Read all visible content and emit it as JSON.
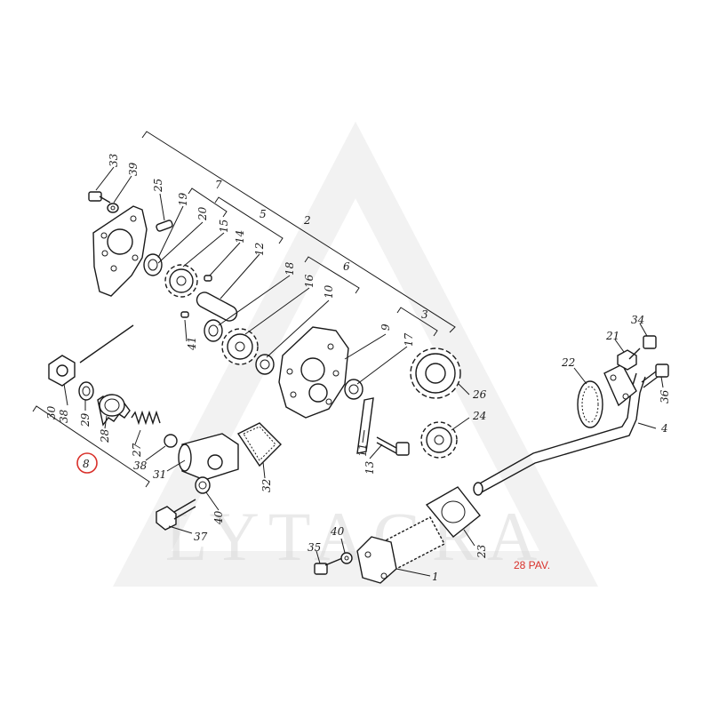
{
  "watermark": {
    "text": "LYTAGRA",
    "color": "#d9d9d9"
  },
  "sheet_label": {
    "text": "28 PAV.",
    "color": "#d9302a"
  },
  "highlight": {
    "part": "8",
    "color": "#d9302a"
  },
  "parts": [
    {
      "id": "l1",
      "text": "1"
    },
    {
      "id": "l2",
      "text": "2"
    },
    {
      "id": "l3",
      "text": "3"
    },
    {
      "id": "l4",
      "text": "4"
    },
    {
      "id": "l5",
      "text": "5"
    },
    {
      "id": "l6",
      "text": "6"
    },
    {
      "id": "l7",
      "text": "7"
    },
    {
      "id": "l8",
      "text": "8"
    },
    {
      "id": "l9",
      "text": "9"
    },
    {
      "id": "l10",
      "text": "10"
    },
    {
      "id": "l11",
      "text": "11"
    },
    {
      "id": "l12",
      "text": "12"
    },
    {
      "id": "l13",
      "text": "13"
    },
    {
      "id": "l14",
      "text": "14"
    },
    {
      "id": "l15",
      "text": "15"
    },
    {
      "id": "l16",
      "text": "16"
    },
    {
      "id": "l17",
      "text": "17"
    },
    {
      "id": "l18",
      "text": "18"
    },
    {
      "id": "l19",
      "text": "19"
    },
    {
      "id": "l20",
      "text": "20"
    },
    {
      "id": "l21",
      "text": "21"
    },
    {
      "id": "l22",
      "text": "22"
    },
    {
      "id": "l23",
      "text": "23"
    },
    {
      "id": "l24",
      "text": "24"
    },
    {
      "id": "l25",
      "text": "25"
    },
    {
      "id": "l26",
      "text": "26"
    },
    {
      "id": "l27",
      "text": "27"
    },
    {
      "id": "l28",
      "text": "28"
    },
    {
      "id": "l29",
      "text": "29"
    },
    {
      "id": "l30",
      "text": "30"
    },
    {
      "id": "l31",
      "text": "31"
    },
    {
      "id": "l32",
      "text": "32"
    },
    {
      "id": "l33",
      "text": "33"
    },
    {
      "id": "l34",
      "text": "34"
    },
    {
      "id": "l35",
      "text": "35"
    },
    {
      "id": "l36",
      "text": "36"
    },
    {
      "id": "l37",
      "text": "37"
    },
    {
      "id": "l38a",
      "text": "38"
    },
    {
      "id": "l38b",
      "text": "38"
    },
    {
      "id": "l39",
      "text": "39"
    },
    {
      "id": "l40a",
      "text": "40"
    },
    {
      "id": "l40b",
      "text": "40"
    },
    {
      "id": "l41",
      "text": "41"
    }
  ]
}
